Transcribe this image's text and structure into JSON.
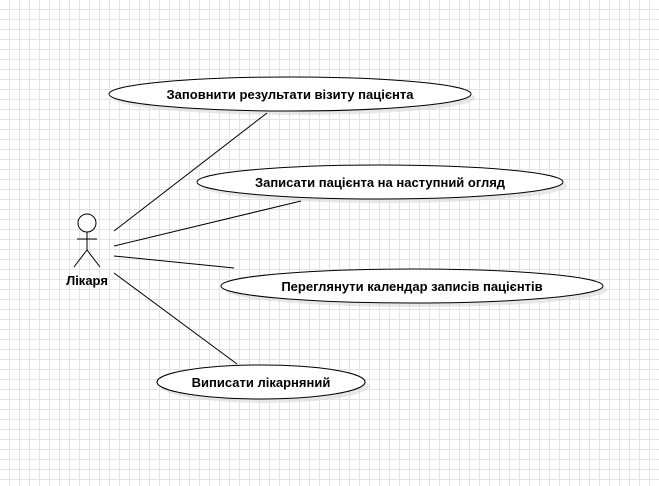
{
  "actor": {
    "name": "Лікаря"
  },
  "use_cases": [
    {
      "label": "Заповнити результати візиту пацієнта"
    },
    {
      "label": "Записати пацієнта на наступний огляд"
    },
    {
      "label": "Переглянути календар записів пацієнтів"
    },
    {
      "label": "Виписати лікарняний"
    }
  ]
}
